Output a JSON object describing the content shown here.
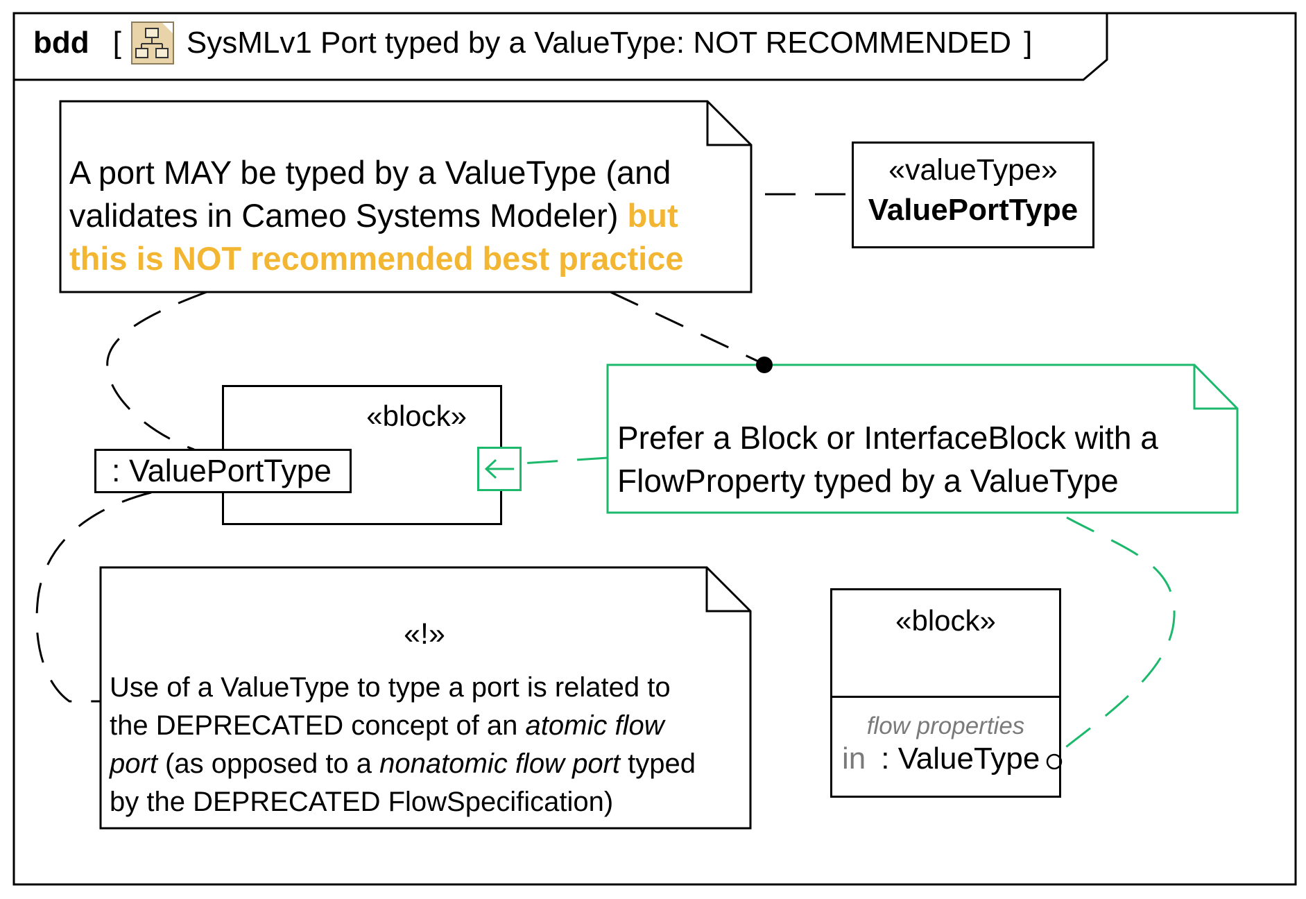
{
  "frame": {
    "kind": "bdd",
    "open_bracket": "[",
    "icon": "block-definition-diagram-icon",
    "title": "SysMLv1 Port typed by a ValueType: NOT RECOMMENDED",
    "close_bracket": "]"
  },
  "note_top": {
    "line1": "A port MAY be typed by a ValueType (and",
    "line2_plain": "validates in Cameo Systems Modeler) ",
    "line2_highlight": "but",
    "line3_highlight": "this is NOT recommended best practice",
    "highlight_color": "#f2b632"
  },
  "value_type": {
    "stereotype": "«valueType»",
    "name": "ValuePortType"
  },
  "block_with_port": {
    "stereotype": "«block»",
    "port_label": ": ValuePortType"
  },
  "note_green": {
    "line1": "Prefer a Block or InterfaceBlock with a",
    "line2": "FlowProperty typed by a ValueType",
    "border_color": "#1cb96d"
  },
  "block_flow": {
    "stereotype": "«block»",
    "compartment_title": "flow properties",
    "direction": "in",
    "property": ": ValueType"
  },
  "note_bottom": {
    "stereotype": "«!»",
    "line1": "Use of a ValueType to type a port is related to",
    "line2_a": "the DEPRECATED concept of an ",
    "line2_b_italic": "atomic flow",
    "line3_a_italic": "port",
    "line3_b": " (as opposed to a ",
    "line3_c_italic": "nonatomic flow port",
    "line3_d": " typed",
    "line4": "by the DEPRECATED FlowSpecification)"
  }
}
